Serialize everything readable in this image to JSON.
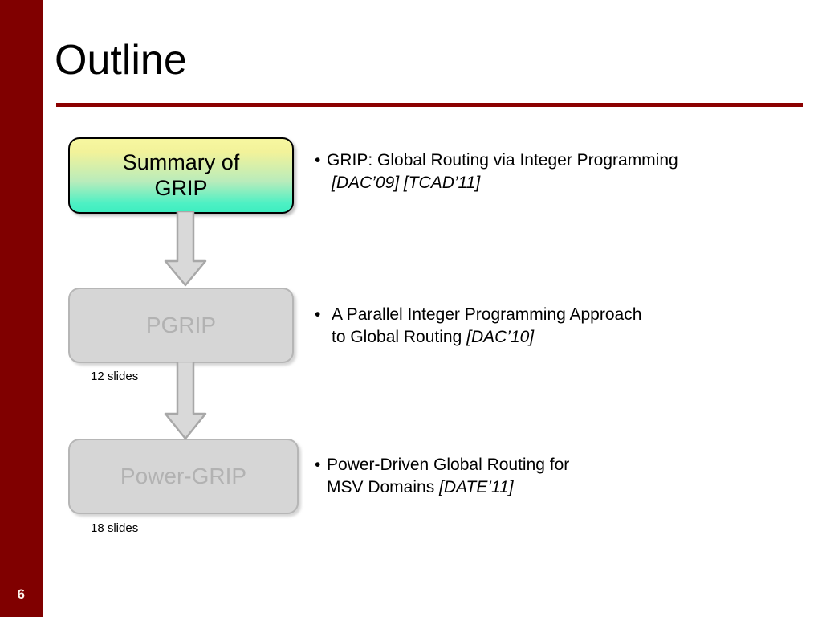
{
  "slide": {
    "title": "Outline",
    "page_number": "6",
    "accent_color": "#800000",
    "rule_color": "#8b0000"
  },
  "flow": {
    "boxes": [
      {
        "label_line1": "Summary of",
        "label_line2": "GRIP",
        "state": "active",
        "fill_top": "#f7f7a0",
        "fill_bottom": "#3eeec0",
        "border": "#000000",
        "text_color": "#000000",
        "caption": ""
      },
      {
        "label_line1": "PGRIP",
        "label_line2": "",
        "state": "dimmed",
        "fill_top": "#d6d6d6",
        "fill_bottom": "#d6d6d6",
        "border": "#b6b6b6",
        "text_color": "#b2b2b2",
        "caption": "12 slides"
      },
      {
        "label_line1": "Power-GRIP",
        "label_line2": "",
        "state": "dimmed",
        "fill_top": "#d6d6d6",
        "fill_bottom": "#d6d6d6",
        "border": "#b6b6b6",
        "text_color": "#b2b2b2",
        "caption": "18 slides"
      }
    ],
    "arrows": [
      {
        "name": "arrow-summary-to-pgrip",
        "direction": "down",
        "fill": "#d9d9d9",
        "stroke": "#a8a8a8"
      },
      {
        "name": "arrow-pgrip-to-powergrip",
        "direction": "down",
        "fill": "#d9d9d9",
        "stroke": "#a8a8a8"
      }
    ]
  },
  "bullets": [
    {
      "marker": "•",
      "line1": "GRIP: Global Routing via Integer Programming",
      "line2": "",
      "citation": "[DAC’09] [TCAD’11]",
      "citation_placement": "below"
    },
    {
      "marker": "•",
      "line1": "A Parallel Integer Programming Approach",
      "line2": "to Global Routing ",
      "citation": "[DAC’10]",
      "citation_placement": "inline"
    },
    {
      "marker": "•",
      "line1": "Power-Driven Global Routing for",
      "line2": "MSV Domains ",
      "citation": "[DATE’11]",
      "citation_placement": "inline"
    }
  ]
}
